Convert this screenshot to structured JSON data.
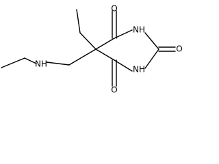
{
  "molecule": {
    "atoms": {
      "o_top": "O",
      "nh_top": "NH",
      "o_right": "O",
      "nh_bottom": "NH",
      "o_bottom": "O",
      "nh_left": "NH"
    }
  }
}
